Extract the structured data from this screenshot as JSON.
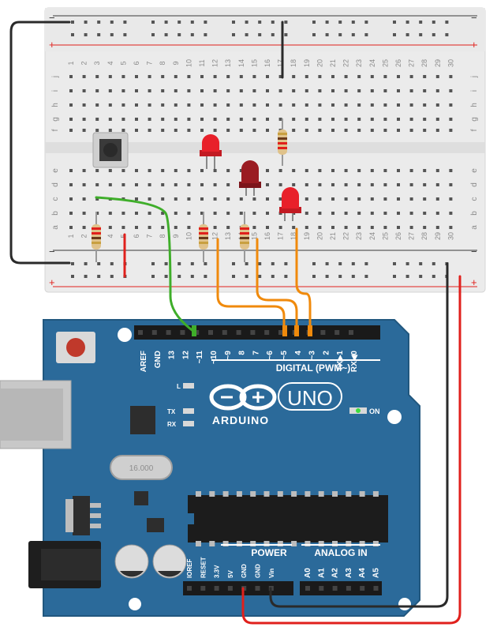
{
  "breadboard": {
    "column_numbers": [
      "1",
      "2",
      "3",
      "4",
      "5",
      "6",
      "7",
      "8",
      "9",
      "10",
      "11",
      "12",
      "13",
      "14",
      "15",
      "16",
      "17",
      "18",
      "19",
      "20",
      "21",
      "22",
      "23",
      "24",
      "25",
      "26",
      "27",
      "28",
      "29",
      "30"
    ],
    "row_letters_top": [
      "j",
      "i",
      "h",
      "g",
      "f"
    ],
    "row_letters_bottom": [
      "e",
      "d",
      "c",
      "b",
      "a"
    ],
    "rail_plus": "+",
    "rail_minus": "−"
  },
  "arduino": {
    "brand": "ARDUINO",
    "model": "UNO",
    "digital_label": "DIGITAL (PWM~)",
    "digital_pins": [
      "AREF",
      "GND",
      "13",
      "12",
      "~11",
      "~10",
      "~9",
      "8",
      "7",
      "~6",
      "~5",
      "4",
      "~3",
      "2",
      "TX▶1",
      "RX◀0"
    ],
    "power_label": "POWER",
    "power_pins": [
      "IOREF",
      "RESET",
      "3.3V",
      "5V",
      "GND",
      "GND",
      "Vin"
    ],
    "analog_label": "ANALOG IN",
    "analog_pins": [
      "A0",
      "A1",
      "A2",
      "A3",
      "A4",
      "A5"
    ],
    "led_l": "L",
    "led_tx": "TX",
    "led_rx": "RX",
    "on_label": "ON",
    "crystal_text": "16.000"
  },
  "colors": {
    "board": "#2b6a9a",
    "breadboard": "#ebebeb",
    "wire_black": "#2a2a2a",
    "wire_red": "#e0201c",
    "wire_orange": "#f08a0c",
    "wire_green": "#3fae2a",
    "led_red": "#e8202a",
    "led_dark_red": "#9a1c22"
  },
  "icons": [
    "pushbutton-icon",
    "resistor-icon",
    "led-icon",
    "usb-connector-icon",
    "power-jack-icon",
    "capacitor-icon",
    "chip-icon",
    "infinity-logo-icon"
  ]
}
